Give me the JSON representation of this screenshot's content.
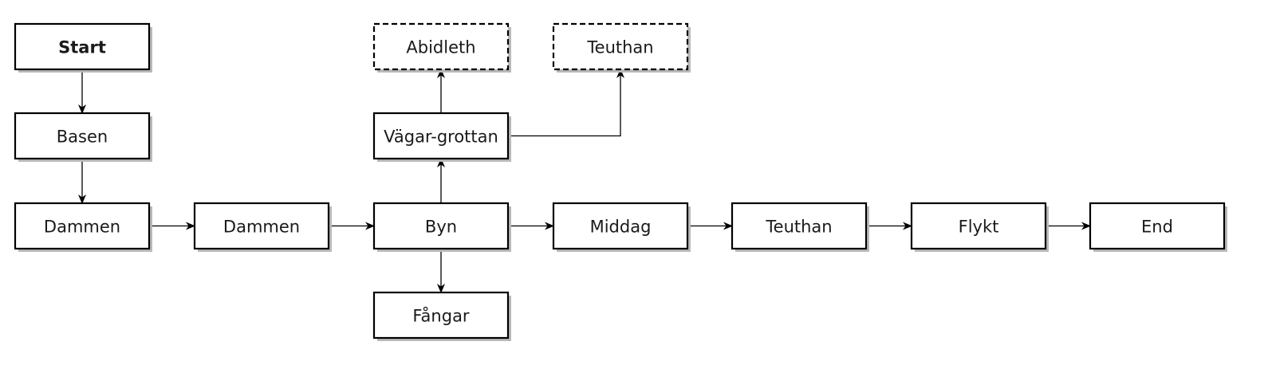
{
  "flowchart": {
    "colors": {
      "start_fill": "#98fb98",
      "end_fill": "#222222",
      "end_text": "#ffffff",
      "default_fill": "#ffffff",
      "stroke": "#000000",
      "shadow": "#b9b9b9"
    },
    "nodes": [
      {
        "id": "start",
        "label": "Start",
        "style": "start"
      },
      {
        "id": "basen",
        "label": "Basen",
        "style": "normal"
      },
      {
        "id": "dammen1",
        "label": "Dammen",
        "style": "normal"
      },
      {
        "id": "dammen2",
        "label": "Dammen",
        "style": "normal"
      },
      {
        "id": "byn",
        "label": "Byn",
        "style": "normal"
      },
      {
        "id": "vagar",
        "label": "Vägar-grottan",
        "style": "normal"
      },
      {
        "id": "abidleth",
        "label": "Abidleth",
        "style": "dashed"
      },
      {
        "id": "teuthan_top",
        "label": "Teuthan",
        "style": "dashed"
      },
      {
        "id": "fangar",
        "label": "Fångar",
        "style": "normal"
      },
      {
        "id": "middag",
        "label": "Middag",
        "style": "normal"
      },
      {
        "id": "teuthan",
        "label": "Teuthan",
        "style": "normal"
      },
      {
        "id": "flykt",
        "label": "Flykt",
        "style": "normal"
      },
      {
        "id": "end",
        "label": "End",
        "style": "end"
      }
    ],
    "edges": [
      {
        "from": "start",
        "to": "basen"
      },
      {
        "from": "basen",
        "to": "dammen1"
      },
      {
        "from": "dammen1",
        "to": "dammen2"
      },
      {
        "from": "dammen2",
        "to": "byn"
      },
      {
        "from": "byn",
        "to": "vagar"
      },
      {
        "from": "vagar",
        "to": "abidleth"
      },
      {
        "from": "vagar",
        "to": "teuthan_top"
      },
      {
        "from": "byn",
        "to": "fangar"
      },
      {
        "from": "byn",
        "to": "middag"
      },
      {
        "from": "middag",
        "to": "teuthan"
      },
      {
        "from": "teuthan",
        "to": "flykt"
      },
      {
        "from": "flykt",
        "to": "end"
      }
    ]
  }
}
